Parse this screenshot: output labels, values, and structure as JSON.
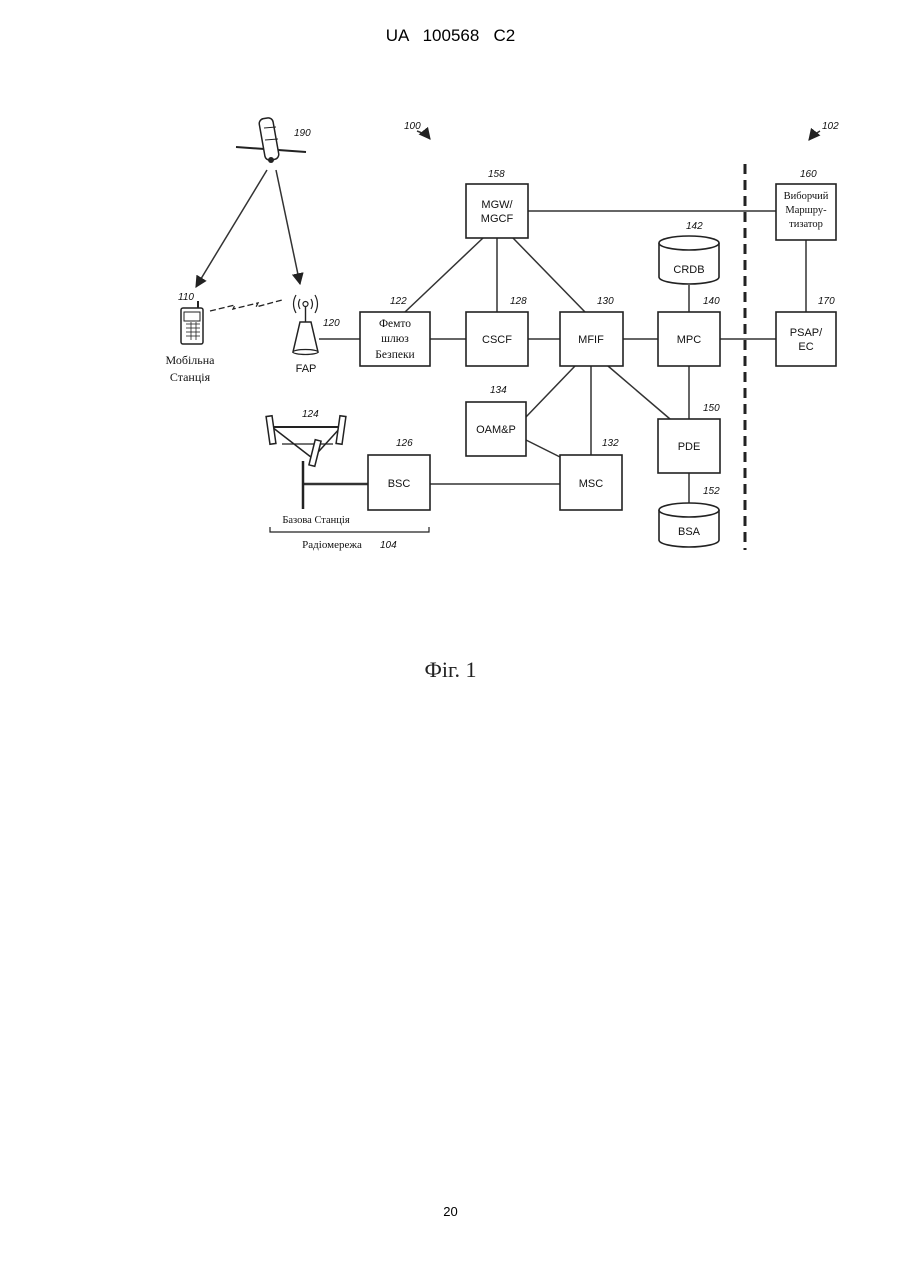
{
  "header": {
    "text": "UA   100568   C2"
  },
  "footer": {
    "page_number": "20"
  },
  "caption": "Фіг. 1",
  "refs": {
    "r100": "100",
    "r102": "102",
    "r190": "190",
    "r110": "110",
    "r120": "120",
    "r122": "122",
    "r124": "124",
    "r126": "126",
    "r128": "128",
    "r130": "130",
    "r132": "132",
    "r134": "134",
    "r140": "140",
    "r142": "142",
    "r150": "150",
    "r152": "152",
    "r158": "158",
    "r160": "160",
    "r170": "170",
    "r104": "104"
  },
  "nodes": {
    "mgw": [
      "MGW/",
      "MGCF"
    ],
    "femto": [
      "Фемто",
      "шлюз",
      "Безпеки"
    ],
    "cscf": "CSCF",
    "mfif": "MFIF",
    "mpc": "MPC",
    "psap": [
      "PSAP/",
      "EC"
    ],
    "router": [
      "Виборчий",
      "Маршру-",
      "тизатор"
    ],
    "crdb": "CRDB",
    "oamp": "OAM&P",
    "pde": "PDE",
    "msc": "MSC",
    "bsc": "BSC",
    "bsa": "BSA",
    "fap": "FAP",
    "mobile": [
      "Мобільна",
      "Станція"
    ],
    "base_station": "Базова Станція",
    "radio_network": "Радіомережа"
  }
}
